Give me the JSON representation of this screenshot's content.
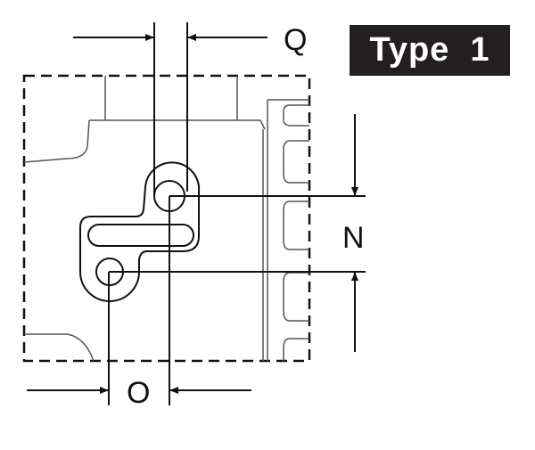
{
  "badge": {
    "label": "Type  1"
  },
  "dimensions": {
    "q": "Q",
    "n": "N",
    "o": "O"
  },
  "colors": {
    "ink": "#111111",
    "badge_bg": "#231f20",
    "badge_text": "#ffffff"
  }
}
